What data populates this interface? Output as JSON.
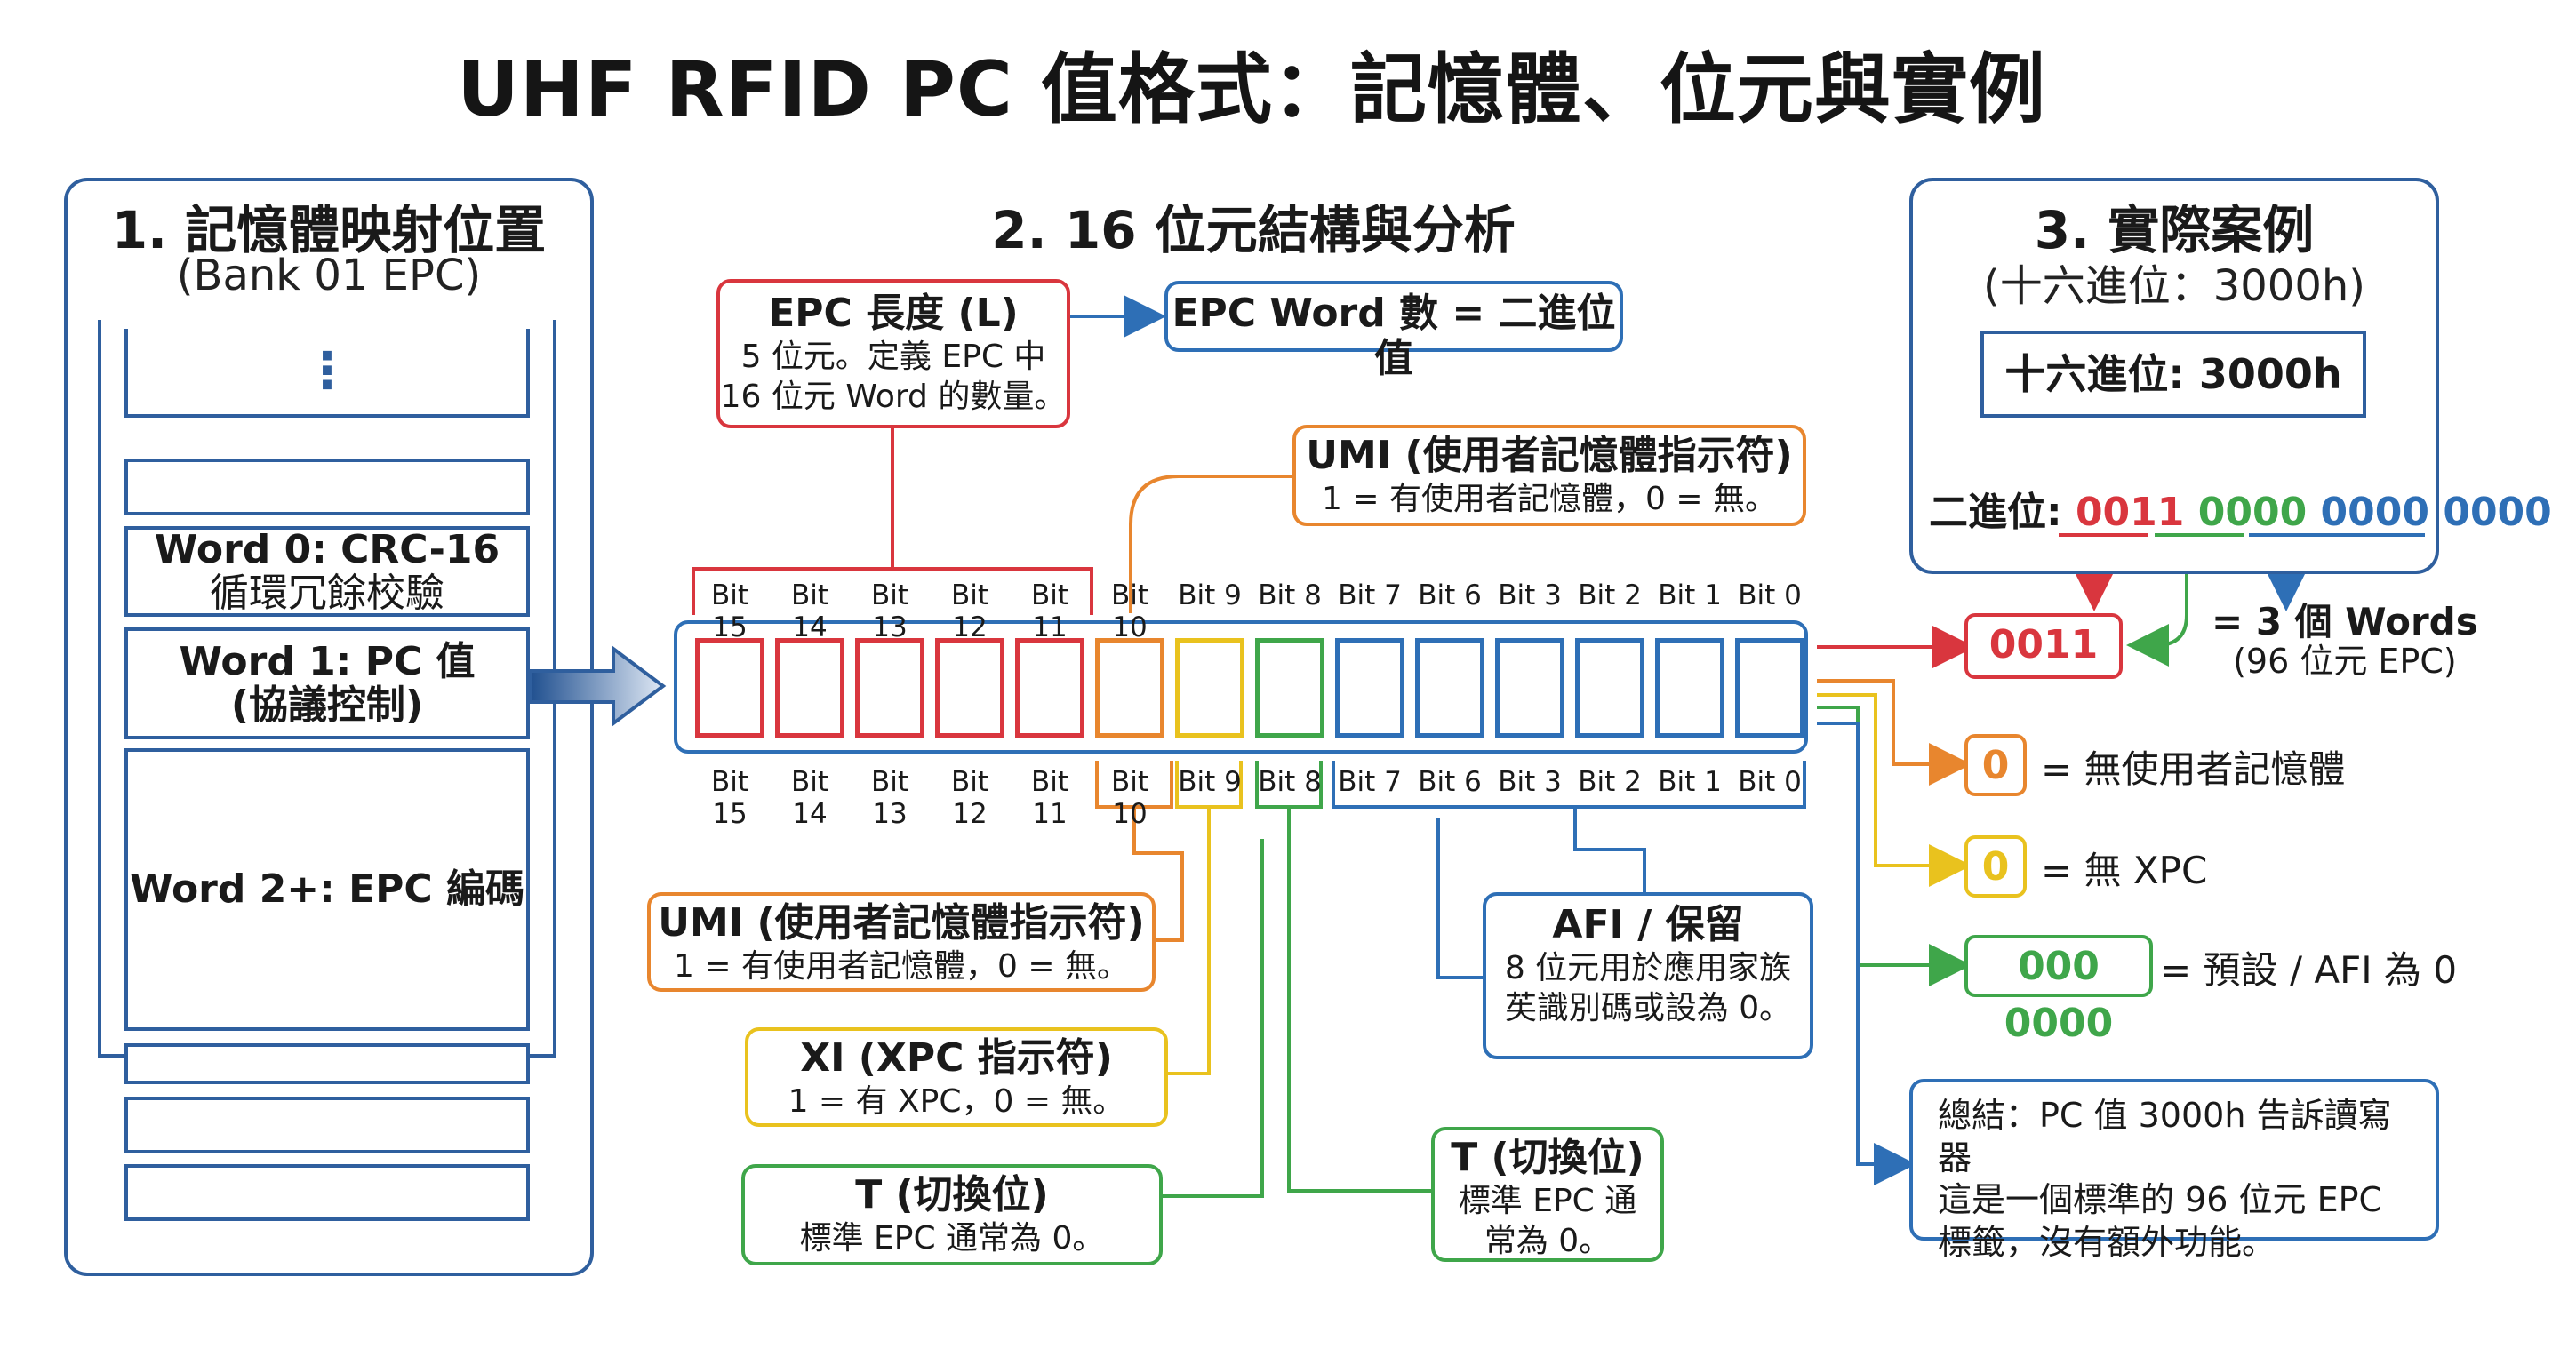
{
  "title": "UHF RFID PC 值格式：記憶體、位元與實例",
  "section1": {
    "title": "1. 記憶體映射位置",
    "subtitle": "(Bank 01 EPC)",
    "ellipsis": "⋮",
    "word0": [
      "Word 0: CRC-16",
      "循環冗餘校驗"
    ],
    "word1": [
      "Word 1: PC 值",
      "(協議控制)"
    ],
    "word2": "Word 2+: EPC 編碼"
  },
  "section2": {
    "title": "2. 16 位元結構與分析",
    "bit_labels": [
      "Bit 15",
      "Bit 14",
      "Bit 13",
      "Bit 12",
      "Bit 11",
      "Bit 10",
      "Bit 9",
      "Bit 8",
      "Bit 7",
      "Bit 6",
      "Bit 3",
      "Bit 2",
      "Bit 1",
      "Bit 0"
    ],
    "epc_length": {
      "title": "EPC 長度 (L)",
      "body": [
        "5 位元。定義 EPC 中",
        "16 位元 Word 的數量。"
      ]
    },
    "epc_word_count": "EPC Word 數 = 二進位值",
    "umi_top": {
      "title": "UMI (使用者記憶體指示符)",
      "body": "1 = 有使用者記憶體，0 = 無。"
    },
    "umi_bottom": {
      "title": "UMI (使用者記憶體指示符)",
      "body": "1 = 有使用者記憶體，0 = 無。"
    },
    "xi": {
      "title": "XI (XPC 指示符)",
      "body": "1 = 有 XPC，0 = 無。"
    },
    "t_left": {
      "title": "T (切換位)",
      "body": "標準 EPC 通常為 0。"
    },
    "t_mid": {
      "title": "T (切換位)",
      "body": [
        "標準 EPC 通",
        "常為 0。"
      ]
    },
    "afi": {
      "title": "AFI / 保留",
      "body": [
        "8 位元用於應用家族",
        "苵識別碼或設為 0。"
      ]
    }
  },
  "section3": {
    "title": "3. 實際案例",
    "subtitle": "(十六進位：3000h)",
    "hex_box": "十六進位: 3000h",
    "binary_label": "二進位:",
    "binary_groups": [
      "0011",
      "0000",
      "0000",
      "0000"
    ],
    "result_0011": "0011",
    "result_words": [
      "= 3 個 Words",
      "(96 位元 EPC)"
    ],
    "result_umi_val": "0",
    "result_umi_text": "= 無使用者記憶體",
    "result_xi_val": "0",
    "result_xi_text": "= 無 XPC",
    "result_afi_val": "000 0000",
    "result_afi_text": "= 預設 / AFI 為 0",
    "summary": [
      "總結：PC 值 3000h 告訴讀寫器",
      "這是一個標準的 96 位元 EPC",
      "標籤，沒有額外功能。"
    ]
  },
  "colors": {
    "red": "#d9363e",
    "orange": "#e8862e",
    "yellow": "#e9c21e",
    "green": "#3fa64a",
    "blue": "#2e6fb6",
    "panel_border": "#2f5f9e"
  }
}
